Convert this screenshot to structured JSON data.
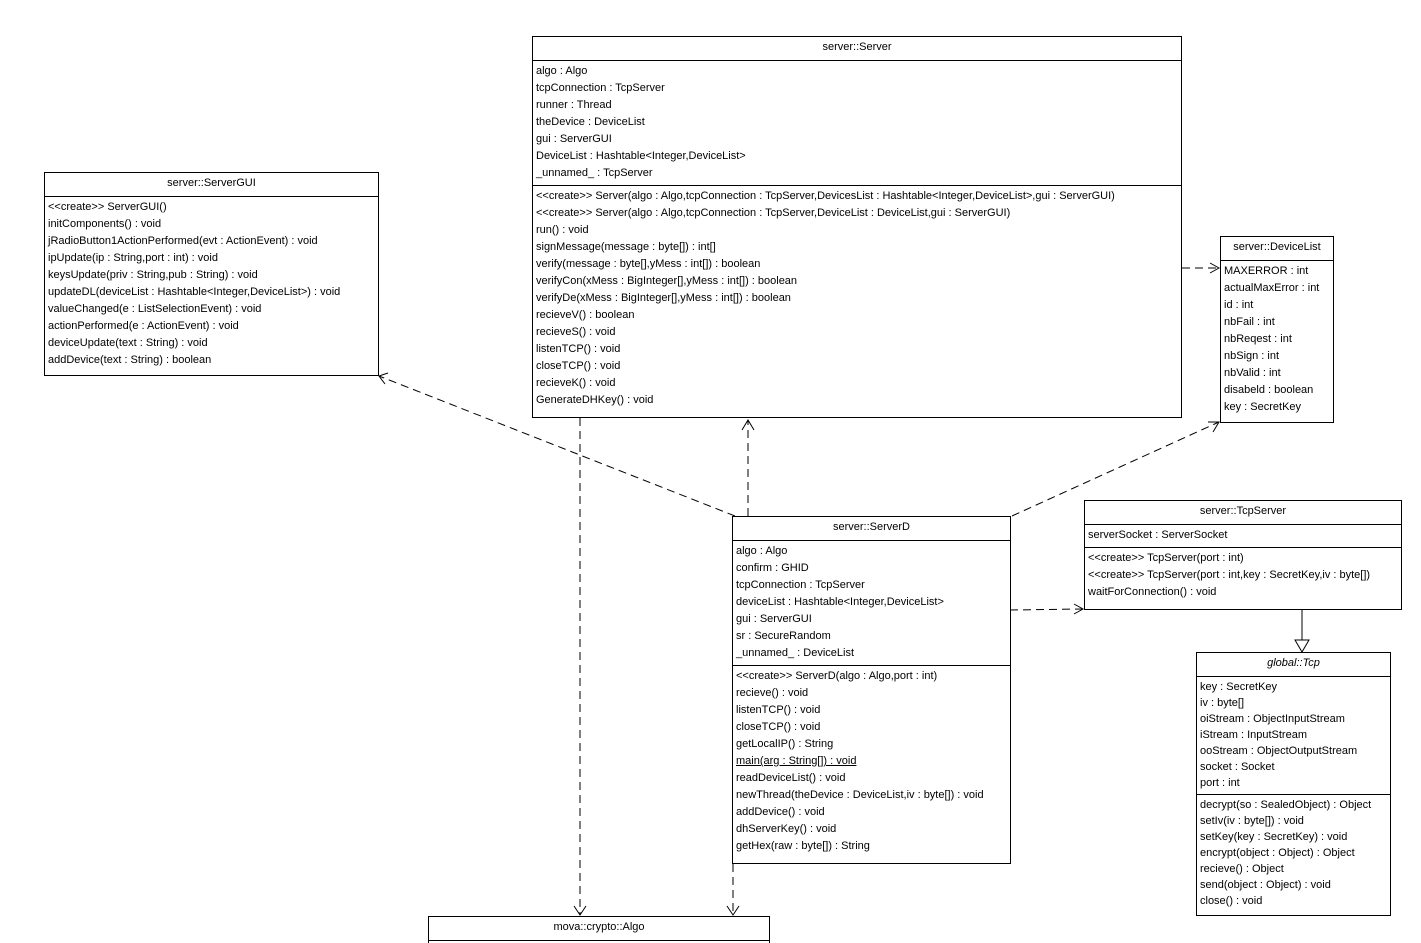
{
  "classes": {
    "server": {
      "name": "server::Server",
      "attributes": [
        "algo : Algo",
        "tcpConnection : TcpServer",
        "runner : Thread",
        "theDevice : DeviceList",
        "gui : ServerGUI",
        "DeviceList : Hashtable<Integer,DeviceList>",
        "_unnamed_ : TcpServer"
      ],
      "operations": [
        "<<create>> Server(algo : Algo,tcpConnection : TcpServer,DevicesList : Hashtable<Integer,DeviceList>,gui : ServerGUI)",
        "<<create>> Server(algo : Algo,tcpConnection : TcpServer,DeviceList : DeviceList,gui : ServerGUI)",
        "run() : void",
        "signMessage(message : byte[]) : int[]",
        "verify(message : byte[],yMess : int[]) : boolean",
        "verifyCon(xMess : BigInteger[],yMess : int[]) : boolean",
        "verifyDe(xMess : BigInteger[],yMess : int[]) : boolean",
        "recieveV() : boolean",
        "recieveS() : void",
        "listenTCP() : void",
        "closeTCP() : void",
        "recieveK() : void",
        "GenerateDHKey() : void"
      ]
    },
    "server_gui": {
      "name": "server::ServerGUI",
      "operations": [
        "<<create>> ServerGUI()",
        "initComponents() : void",
        "jRadioButton1ActionPerformed(evt : ActionEvent) : void",
        "ipUpdate(ip : String,port : int) : void",
        "keysUpdate(priv : String,pub : String) : void",
        "updateDL(deviceList : Hashtable<Integer,DeviceList>) : void",
        "valueChanged(e : ListSelectionEvent) : void",
        "actionPerformed(e : ActionEvent) : void",
        "deviceUpdate(text : String) : void",
        "addDevice(text : String) : boolean"
      ]
    },
    "device_list": {
      "name": "server::DeviceList",
      "attributes": [
        "MAXERROR : int",
        "actualMaxError : int",
        "id : int",
        "nbFail : int",
        "nbReqest : int",
        "nbSign : int",
        "nbValid : int",
        "disabeld : boolean",
        "key : SecretKey"
      ]
    },
    "tcp_server": {
      "name": "server::TcpServer",
      "attributes": [
        "serverSocket : ServerSocket"
      ],
      "operations": [
        "<<create>> TcpServer(port : int)",
        "<<create>> TcpServer(port : int,key : SecretKey,iv : byte[])",
        "waitForConnection() : void"
      ]
    },
    "server_d": {
      "name": "server::ServerD",
      "attributes": [
        "algo : Algo",
        "confirm : GHID",
        "tcpConnection : TcpServer",
        "deviceList : Hashtable<Integer,DeviceList>",
        "gui : ServerGUI",
        "sr : SecureRandom",
        "_unnamed_ : DeviceList"
      ],
      "operations": [
        "<<create>> ServerD(algo : Algo,port : int)",
        "recieve() : void",
        "listenTCP() : void",
        "closeTCP() : void",
        "getLocalIP() : String",
        "main(arg : String[]) : void",
        "readDeviceList() : void",
        "newThread(theDevice : DeviceList,iv : byte[]) : void",
        "addDevice() : void",
        "dhServerKey() : void",
        "getHex(raw : byte[]) : String"
      ]
    },
    "tcp": {
      "name": "global::Tcp",
      "attributes": [
        "key : SecretKey",
        "iv : byte[]",
        "oiStream : ObjectInputStream",
        "iStream : InputStream",
        "ooStream : ObjectOutputStream",
        "socket : Socket",
        "port : int"
      ],
      "operations": [
        "decrypt(so : SealedObject) : Object",
        "setIv(iv : byte[]) : void",
        "setKey(key : SecretKey) : void",
        "encrypt(object : Object) : Object",
        "recieve() : Object",
        "send(object : Object) : void",
        "close() : void"
      ]
    },
    "algo": {
      "name": "mova::crypto::Algo"
    }
  }
}
